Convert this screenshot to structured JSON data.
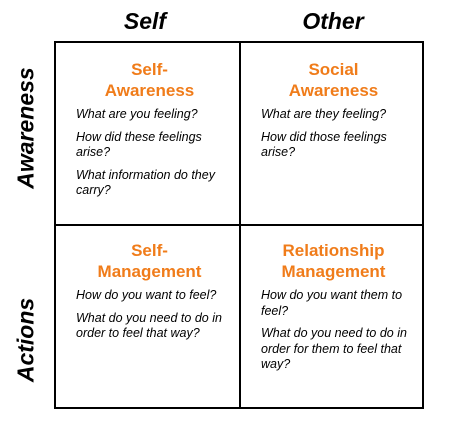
{
  "columns": {
    "self": "Self",
    "other": "Other"
  },
  "rows": {
    "awareness": "Awareness",
    "actions": "Actions"
  },
  "cells": {
    "self_awareness": {
      "title": "Self-\nAwareness",
      "questions": [
        "What are you feeling?",
        "How did these feelings arise?",
        "What information do they carry?"
      ]
    },
    "social_awareness": {
      "title": "Social\nAwareness",
      "questions": [
        "What are they feeling?",
        "How did those feelings arise?"
      ]
    },
    "self_management": {
      "title": "Self-\nManagement",
      "questions": [
        "How do you want to feel?",
        "What do you need to do in order to feel that way?"
      ]
    },
    "relationship_management": {
      "title": "Relationship\nManagement",
      "questions": [
        "How do you want them to feel?",
        "What do you need to do in order for them to feel that way?"
      ]
    }
  },
  "colors": {
    "title": "#f07c1a",
    "border": "#000000"
  }
}
